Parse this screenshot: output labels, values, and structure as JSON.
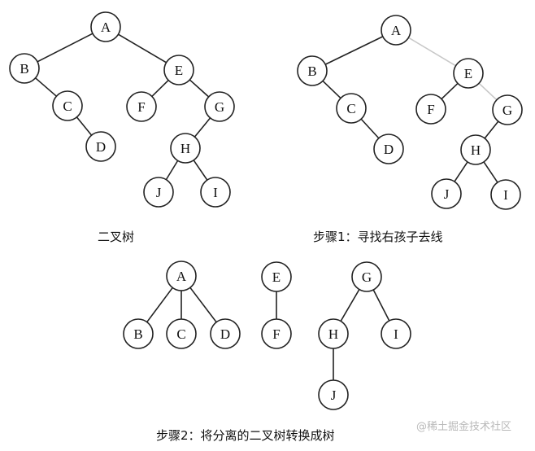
{
  "diagrams": [
    {
      "id": "binary-tree",
      "caption": "二叉树",
      "nodes": [
        "A",
        "B",
        "C",
        "D",
        "E",
        "F",
        "G",
        "H",
        "J",
        "I"
      ],
      "edges": [
        [
          "A",
          "B"
        ],
        [
          "A",
          "E"
        ],
        [
          "B",
          "C"
        ],
        [
          "C",
          "D"
        ],
        [
          "E",
          "F"
        ],
        [
          "E",
          "G"
        ],
        [
          "G",
          "H"
        ],
        [
          "H",
          "J"
        ],
        [
          "H",
          "I"
        ]
      ],
      "removed_edges": []
    },
    {
      "id": "step1",
      "caption": "步骤1：寻找右孩子去线",
      "nodes": [
        "A",
        "B",
        "C",
        "D",
        "E",
        "F",
        "G",
        "H",
        "J",
        "I"
      ],
      "edges": [
        [
          "A",
          "B"
        ],
        [
          "B",
          "C"
        ],
        [
          "C",
          "D"
        ],
        [
          "E",
          "F"
        ],
        [
          "G",
          "H"
        ],
        [
          "H",
          "J"
        ],
        [
          "H",
          "I"
        ]
      ],
      "removed_edges": [
        [
          "A",
          "E"
        ],
        [
          "E",
          "G"
        ]
      ]
    },
    {
      "id": "step2",
      "caption": "步骤2：将分离的二叉树转换成树",
      "trees": [
        {
          "nodes": [
            "A",
            "B",
            "C",
            "D"
          ],
          "edges": [
            [
              "A",
              "B"
            ],
            [
              "A",
              "C"
            ],
            [
              "A",
              "D"
            ]
          ]
        },
        {
          "nodes": [
            "E",
            "F"
          ],
          "edges": [
            [
              "E",
              "F"
            ]
          ]
        },
        {
          "nodes": [
            "G",
            "H",
            "I",
            "J"
          ],
          "edges": [
            [
              "G",
              "H"
            ],
            [
              "G",
              "I"
            ],
            [
              "H",
              "J"
            ]
          ]
        }
      ]
    }
  ],
  "watermark": "@稀土掘金技术社区",
  "colors": {
    "stroke": "#222222",
    "removed": "#c8c8c8",
    "fill": "#ffffff"
  }
}
